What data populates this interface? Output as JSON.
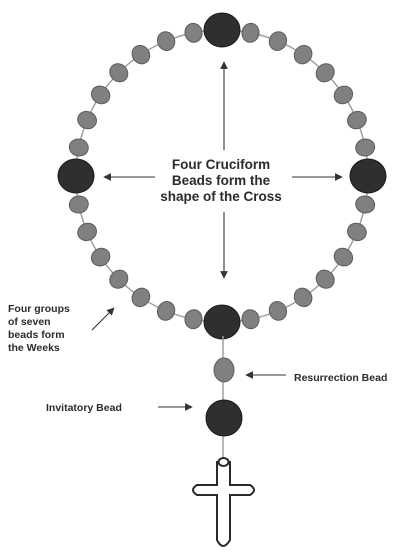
{
  "labels": {
    "cruciform_line1": "Four Cruciform",
    "cruciform_line2": "Beads form the",
    "cruciform_line3": "shape of the Cross",
    "weeks_line1": "Four groups",
    "weeks_line2": "of seven",
    "weeks_line3": "beads form",
    "weeks_line4": "the Weeks",
    "resurrection": "Resurrection Bead",
    "invitatory": "Invitatory Bead"
  },
  "structure": {
    "cruciform_bead_count": 4,
    "week_group_count": 4,
    "beads_per_week": 7
  },
  "colors": {
    "small_bead": "#808080",
    "cruciform_bead": "#2f2f2f",
    "chain": "#9a9a9a",
    "text": "#2b2b2b"
  }
}
